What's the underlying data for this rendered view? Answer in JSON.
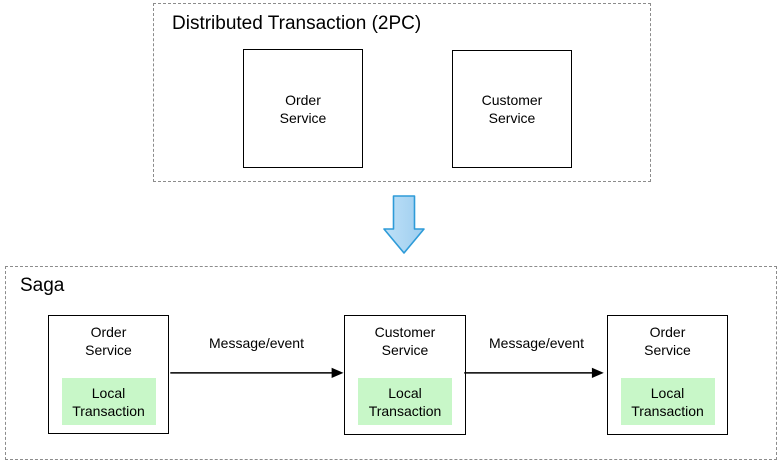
{
  "diagram": {
    "top_section": {
      "title": "Distributed Transaction (2PC)",
      "boxes": [
        {
          "label": "Order\nService"
        },
        {
          "label": "Customer\nService"
        }
      ]
    },
    "transition": {
      "icon": "down-arrow-icon"
    },
    "bottom_section": {
      "title": "Saga",
      "boxes": [
        {
          "label": "Order\nService",
          "inner_label": "Local\nTransaction"
        },
        {
          "label": "Customer\nService",
          "inner_label": "Local\nTransaction"
        },
        {
          "label": "Order\nService",
          "inner_label": "Local\nTransaction"
        }
      ],
      "arrows": [
        {
          "label": "Message/event"
        },
        {
          "label": "Message/event"
        }
      ]
    },
    "colors": {
      "dashed_border": "#8c8c8c",
      "solid_border": "#000000",
      "local_transaction_fill": "#c8f7c8",
      "down_arrow_fill": "#abd6f2",
      "down_arrow_stroke": "#2e9bd8",
      "background": "#ffffff",
      "text": "#000000"
    }
  }
}
